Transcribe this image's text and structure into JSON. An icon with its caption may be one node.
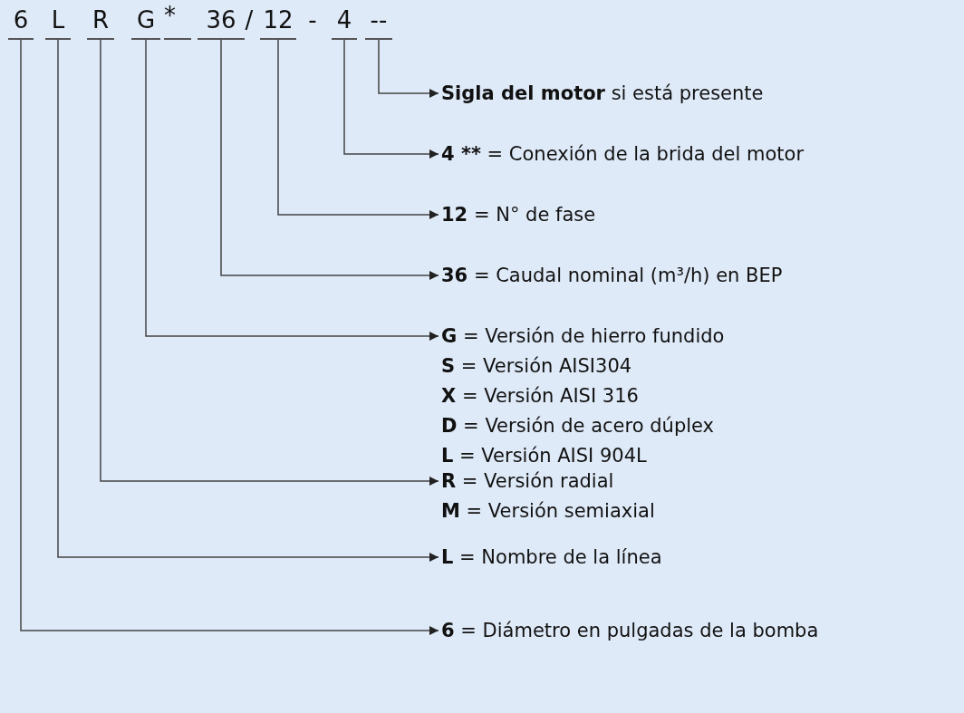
{
  "diagram": {
    "nodes": [
      {
        "text": [
          "6"
        ]
      },
      {
        "text": [
          "L"
        ]
      },
      {
        "text": [
          "R"
        ]
      },
      {
        "text": [
          "G"
        ]
      },
      {
        "text": [
          "36"
        ]
      },
      {
        "text": [
          "12"
        ]
      },
      {
        "text": [
          "4"
        ]
      },
      {
        "text": [
          "--"
        ]
      },
      {
        "text": [
          "Sigla del motor",
          "si está presente"
        ]
      },
      {
        "text": [
          "4 **",
          "= Conexión de la brida del motor"
        ]
      },
      {
        "text": [
          "12",
          "= N° de fase"
        ]
      },
      {
        "text": [
          "36",
          "= Caudal nominal (m³/h) en BEP"
        ]
      },
      {
        "text": [
          "G",
          "= Versión de hierro fundido",
          "S",
          "= Versión AISI304",
          "X",
          "= Versión AISI 316",
          "D",
          "= Versión de acero dúplex",
          "L",
          "= Versión AISI 904L"
        ]
      },
      {
        "text": [
          "R",
          "= Versión radial",
          "M",
          "= Versión semiaxial"
        ]
      },
      {
        "text": [
          "L",
          "= Nombre de la línea"
        ]
      },
      {
        "text": [
          "6",
          "= Diámetro en pulgadas de la bomba"
        ]
      }
    ],
    "edges": [
      {
        "from": 7,
        "to": 8,
        "arrow": "to"
      },
      {
        "from": 6,
        "to": 9,
        "arrow": "to"
      },
      {
        "from": 5,
        "to": 10,
        "arrow": "to"
      },
      {
        "from": 4,
        "to": 11,
        "arrow": "to"
      },
      {
        "from": 3,
        "to": 12,
        "arrow": "to"
      },
      {
        "from": 2,
        "to": 13,
        "arrow": "to"
      },
      {
        "from": 1,
        "to": 14,
        "arrow": "to"
      },
      {
        "from": 0,
        "to": 15,
        "arrow": "to"
      }
    ],
    "labels": [
      "*",
      "/",
      "-"
    ]
  }
}
